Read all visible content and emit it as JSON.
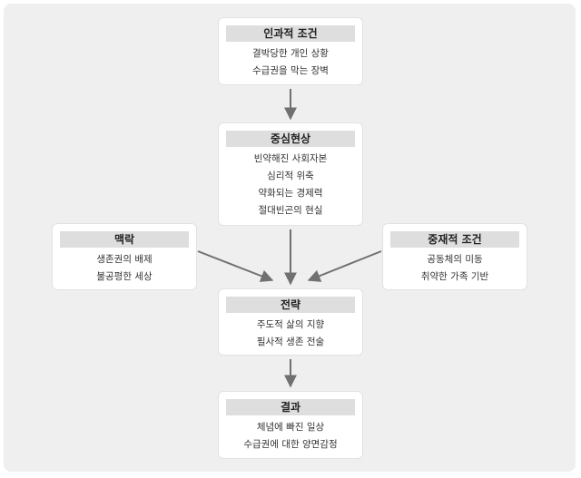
{
  "causal_conditions": {
    "title": "인과적 조건",
    "lines": [
      "결박당한 개인 상황",
      "수급권을 막는 장벽"
    ]
  },
  "central_phenomenon": {
    "title": "중심현상",
    "lines": [
      "빈약해진 사회자본",
      "심리적 위축",
      "약화되는 경제력",
      "절대빈곤의 현실"
    ]
  },
  "context": {
    "title": "맥락",
    "lines": [
      "생존권의 배제",
      "불공평한 세상"
    ]
  },
  "intervening_conditions": {
    "title": "중재적 조건",
    "lines": [
      "공동체의 미동",
      "취약한 가족 기반"
    ]
  },
  "strategy": {
    "title": "전략",
    "lines": [
      "주도적 삶의 지향",
      "필사적 생존 전술"
    ]
  },
  "consequence": {
    "title": "결과",
    "lines": [
      "체념에 빠진 일상",
      "수급권에 대한 양면감정"
    ]
  },
  "colors": {
    "background": "#efefef",
    "box": "#ffffff",
    "title_bar": "#dedede",
    "arrow": "#707070"
  }
}
